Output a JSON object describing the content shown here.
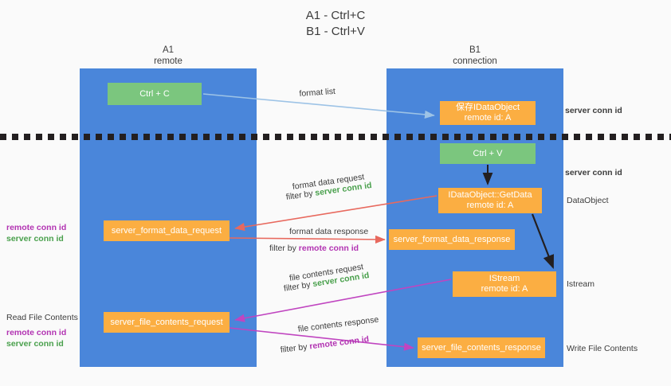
{
  "title": "A1 - Ctrl+C\nB1 - Ctrl+V",
  "columns": [
    {
      "id": "A1",
      "header": "A1\nremote",
      "role": "remote"
    },
    {
      "id": "B1",
      "header": "B1\nconnection",
      "role": "connection"
    }
  ],
  "nodes": {
    "ctrl_c": "Ctrl + C",
    "save_idataobject": "保存IDataObject\nremote id: A",
    "ctrl_v": "Ctrl + V",
    "getdata": "IDataObject::GetData\nremote id: A",
    "format_data_request": "server_format_data_request",
    "format_data_response": "server_format_data_response",
    "istream": "IStream\nremote id: A",
    "file_contents_request": "server_file_contents_request",
    "file_contents_response": "server_file_contents_response"
  },
  "edge_labels": {
    "format_list": "format list",
    "format_data_request": "format data request",
    "format_data_request_filter_pre": "filter by ",
    "format_data_request_filter_key": "server conn id",
    "format_data_response": "format data response",
    "format_data_response_filter_pre": "filter by ",
    "format_data_response_filter_key": "remote conn id",
    "file_contents_request": "file contents request",
    "file_contents_request_filter_pre": "filter by ",
    "file_contents_request_filter_key": "server conn id",
    "file_contents_response": "file contents response",
    "file_contents_response_filter_pre": "filter by ",
    "file_contents_response_filter_key": "remote conn id"
  },
  "left_annotations": {
    "conn_remote_1": "remote conn id",
    "conn_server_1": "server conn id",
    "read_file_contents": "Read File Contents",
    "conn_remote_2": "remote conn id",
    "conn_server_2": "server conn id"
  },
  "right_annotations": {
    "server_conn_id_top": "server conn id",
    "server_conn_id_mid": "server conn id",
    "data_object": "DataObject",
    "istream": "Istream",
    "write_file_contents": "Write File Contents"
  },
  "colors": {
    "column": "#4a86da",
    "node_green": "#7bc67e",
    "node_orange": "#fbae42",
    "arrow_lightblue": "#9dc3e6",
    "arrow_red": "#e8695e",
    "arrow_magenta": "#c045c0",
    "arrow_black": "#231f20",
    "key_green": "#49a04c",
    "key_purple": "#b233b2",
    "background": "#fafafa"
  }
}
